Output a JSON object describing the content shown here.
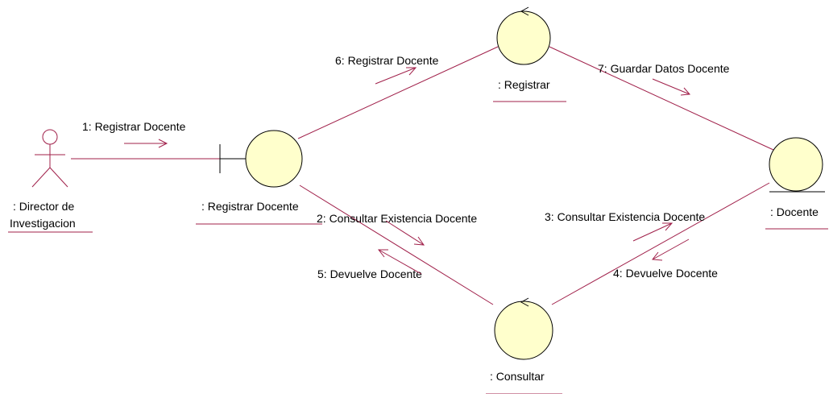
{
  "objects": {
    "actor": {
      "name_line1": ": Director de",
      "name_line2": "Investigacion"
    },
    "boundary": {
      "name": ": Registrar Docente"
    },
    "registrar": {
      "name": ": Registrar"
    },
    "consultar": {
      "name": ": Consultar"
    },
    "entity": {
      "name": ": Docente"
    }
  },
  "messages": {
    "m1": "1: Registrar Docente",
    "m2": "2: Consultar Existencia Docente",
    "m3": "3: Consultar Existencia Docente",
    "m4": "4: Devuelve Docente",
    "m5": "5: Devuelve Docente",
    "m6": "6: Registrar Docente",
    "m7": "7: Guardar Datos Docente"
  },
  "colors": {
    "link": "#a0204a",
    "object_fill": "#ffffcc",
    "outline": "#000000"
  }
}
